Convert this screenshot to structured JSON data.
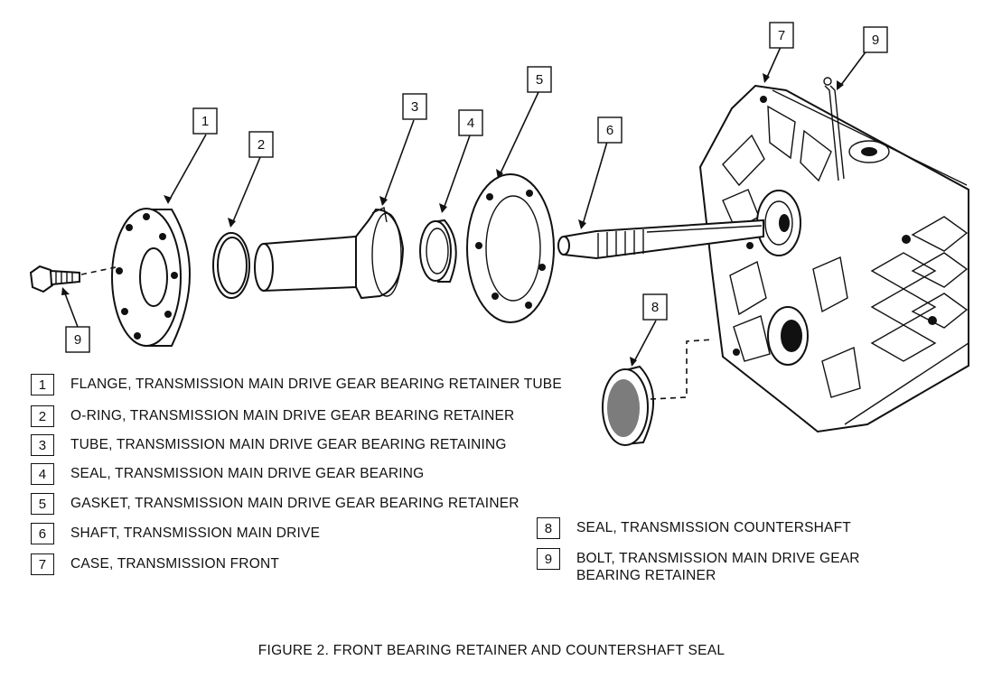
{
  "callouts": [
    "1",
    "2",
    "3",
    "4",
    "5",
    "6",
    "7",
    "8",
    "9",
    "9"
  ],
  "legend": [
    {
      "num": "1",
      "text": "FLANGE, TRANSMISSION MAIN DRIVE GEAR BEARING RETAINER TUBE"
    },
    {
      "num": "2",
      "text": "O-RING, TRANSMISSION MAIN DRIVE GEAR BEARING RETAINER"
    },
    {
      "num": "3",
      "text": "TUBE, TRANSMISSION MAIN DRIVE GEAR BEARING RETAINING"
    },
    {
      "num": "4",
      "text": "SEAL, TRANSMISSION MAIN DRIVE GEAR BEARING"
    },
    {
      "num": "5",
      "text": "GASKET, TRANSMISSION MAIN DRIVE GEAR BEARING RETAINER"
    },
    {
      "num": "6",
      "text": "SHAFT, TRANSMISSION MAIN DRIVE"
    },
    {
      "num": "7",
      "text": "CASE, TRANSMISSION FRONT"
    },
    {
      "num": "8",
      "text": "SEAL, TRANSMISSION COUNTERSHAFT"
    },
    {
      "num": "9",
      "text": "BOLT, TRANSMISSION MAIN DRIVE GEAR BEARING RETAINER"
    }
  ],
  "caption": "FIGURE 2. FRONT BEARING RETAINER AND COUNTERSHAFT SEAL"
}
